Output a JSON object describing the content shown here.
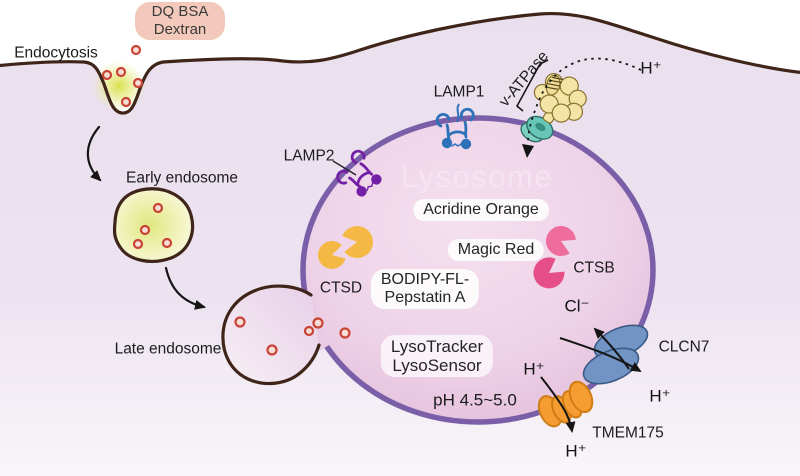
{
  "diagram": {
    "dq_box": {
      "line1": "DQ BSA",
      "line2": "Dextran"
    },
    "labels": {
      "endocytosis": "Endocytosis",
      "early_endosome": "Early endosome",
      "late_endosome": "Late endosome",
      "lysosome": "Lysosome",
      "lamp1": "LAMP1",
      "lamp2": "LAMP2",
      "v_atpase": "v-ATPase",
      "ctsd": "CTSD",
      "ctsb": "CTSB",
      "clcn7": "CLCN7",
      "tmem175": "TMEM175",
      "ph": "pH 4.5~5.0",
      "h_plus": "H⁺",
      "cl_minus": "Cl⁻"
    },
    "pills": {
      "acridine_orange": "Acridine Orange",
      "magic_red": "Magic Red",
      "bodipy_line1": "BODIPY-FL-",
      "bodipy_line2": "Pepstatin A",
      "lysotracker": "LysoTracker",
      "lysosensor": "LysoSensor"
    },
    "colors": {
      "plasma_membrane": "#3f2519",
      "cytoplasm": "#ece2f0",
      "extracellular": "#ffffff",
      "lysosome_membrane": "#7a5fa8",
      "lysosome_fill": "#eed3e8",
      "lysosome_title_text": "#f7e4f2",
      "endosome_glow": "#d7df3e",
      "late_endosome_fill": "#e7cfe7",
      "cargo_dot": "#c94434",
      "dq_box_fill": "#f2c9ba",
      "lamp1": "#2d72b8",
      "lamp2": "#7420a6",
      "v_atpase_v1": "#f4e4a6",
      "v_atpase_v0": "#68c6b8",
      "ctsd": "#f4b945",
      "ctsb_light": "#ee6d9d",
      "ctsb_dark": "#e54e86",
      "clcn7": "#7294c4",
      "tmem175": "#f59d31",
      "arrow": "#151515",
      "pill_bg": "#fdfafc"
    }
  }
}
